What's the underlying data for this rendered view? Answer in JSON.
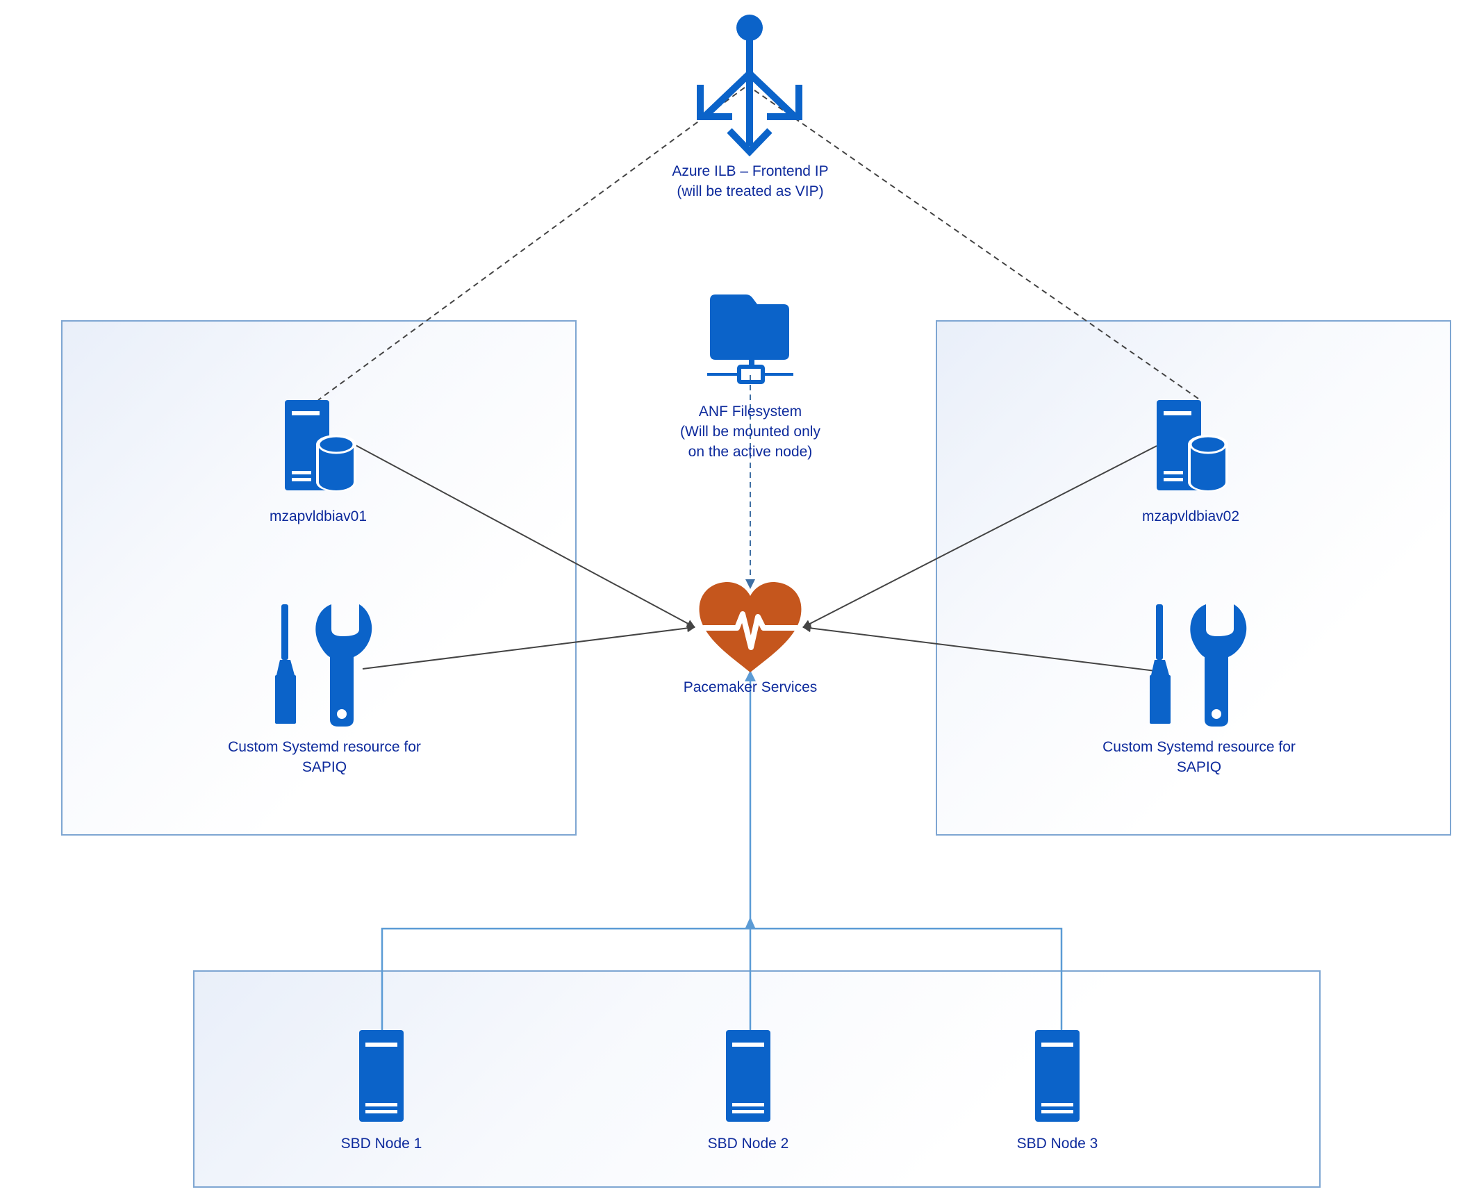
{
  "colors": {
    "icon_blue": "#0b63c9",
    "label_navy": "#0d2a9c",
    "heart_orange": "#c5561d",
    "line_dark": "#444444",
    "line_blue": "#5b9bd5",
    "box_border": "#7ea6d2"
  },
  "nodes": {
    "load_balancer": {
      "icon": "load-balancer-icon",
      "label_lines": [
        "Azure ILB – Frontend IP",
        "(will be treated as VIP)"
      ]
    },
    "anf": {
      "icon": "network-folder-icon",
      "label_lines": [
        "ANF Filesystem",
        "(Will be mounted only",
        "on the active node)"
      ]
    },
    "pacemaker": {
      "icon": "heart-monitor-icon",
      "label": "Pacemaker Services"
    },
    "db_left": {
      "icon": "database-server-icon",
      "label": "mzapvldbiav01"
    },
    "db_right": {
      "icon": "database-server-icon",
      "label": "mzapvldbiav02"
    },
    "tools_left": {
      "icon": "tools-icon",
      "label_lines": [
        "Custom Systemd resource for",
        "SAPIQ"
      ]
    },
    "tools_right": {
      "icon": "tools-icon",
      "label_lines": [
        "Custom Systemd resource for",
        "SAPIQ"
      ]
    },
    "sbd1": {
      "icon": "server-icon",
      "label": "SBD Node 1"
    },
    "sbd2": {
      "icon": "server-icon",
      "label": "SBD Node 2"
    },
    "sbd3": {
      "icon": "server-icon",
      "label": "SBD Node 3"
    }
  },
  "edges": [
    {
      "from": "load_balancer",
      "to": "db_left",
      "style": "dashed"
    },
    {
      "from": "load_balancer",
      "to": "db_right",
      "style": "dashed"
    },
    {
      "from": "anf",
      "to": "pacemaker",
      "style": "dashed-arrow"
    },
    {
      "from": "db_left",
      "to": "pacemaker",
      "style": "arrow"
    },
    {
      "from": "tools_left",
      "to": "pacemaker",
      "style": "arrow"
    },
    {
      "from": "db_right",
      "to": "pacemaker",
      "style": "arrow"
    },
    {
      "from": "tools_right",
      "to": "pacemaker",
      "style": "arrow"
    },
    {
      "from": "sbd1",
      "to": "pacemaker",
      "style": "blue-arrow"
    },
    {
      "from": "sbd2",
      "to": "pacemaker",
      "style": "blue-arrow"
    },
    {
      "from": "sbd3",
      "to": "pacemaker",
      "style": "blue-arrow"
    }
  ]
}
